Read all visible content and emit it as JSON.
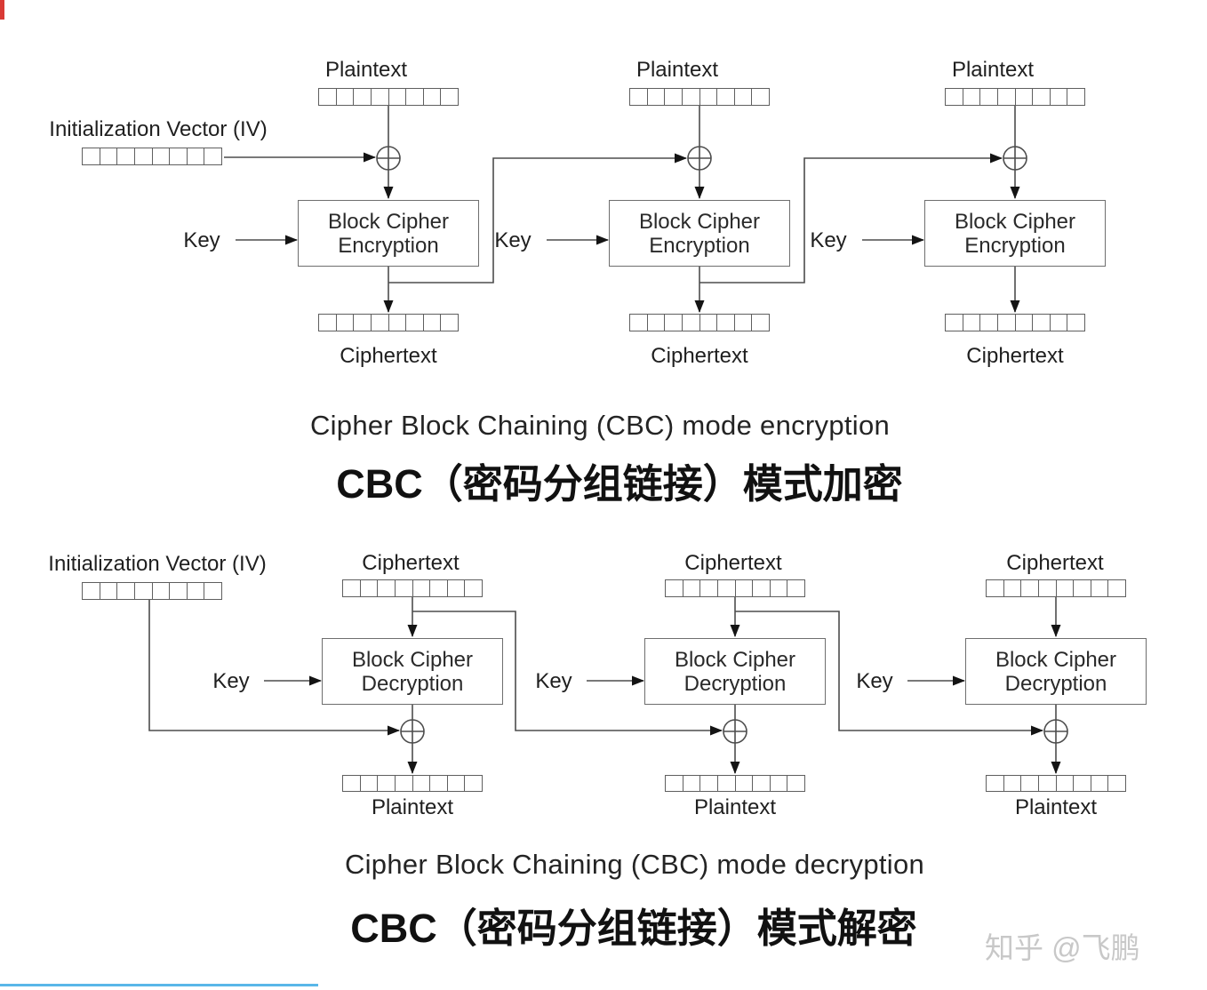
{
  "encryption": {
    "caption_en": "Cipher Block Chaining (CBC) mode encryption",
    "caption_zh": "CBC（密码分组链接）模式加密",
    "iv_label": "Initialization Vector (IV)",
    "key_label": "Key",
    "input_label": "Plaintext",
    "output_label": "Ciphertext",
    "box_line1": "Block Cipher",
    "box_line2": "Encryption"
  },
  "decryption": {
    "caption_en": "Cipher Block Chaining (CBC) mode decryption",
    "caption_zh": "CBC（密码分组链接）模式解密",
    "iv_label": "Initialization Vector (IV)",
    "key_label": "Key",
    "input_label": "Ciphertext",
    "output_label": "Plaintext",
    "box_line1": "Block Cipher",
    "box_line2": "Decryption"
  },
  "watermark": "知乎 @飞鹏",
  "layout": {
    "cells_per_block": 8
  },
  "colors": {
    "line": "#4d4d4d",
    "arrowhead": "#141414",
    "text": "#1f1f1f",
    "border": "#6e6e6e",
    "watermark": "#c8c8c8",
    "background": "#ffffff"
  }
}
